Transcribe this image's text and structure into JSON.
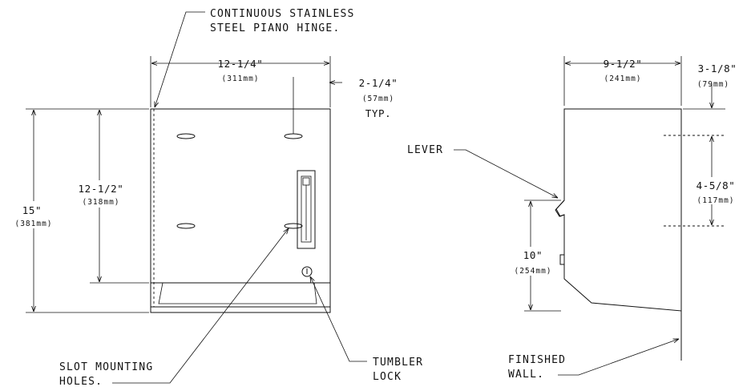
{
  "colors": {
    "line": "#111111",
    "background": "#ffffff"
  },
  "front_view": {
    "hinge_label": [
      "CONTINUOUS STAINLESS",
      "STEEL PIANO HINGE."
    ],
    "width": {
      "imperial": "12-1/4\"",
      "metric": "(311mm)"
    },
    "offset": {
      "imperial": "2-1/4\"",
      "metric": "(57mm)",
      "note": "TYP."
    },
    "inner_height": {
      "imperial": "12-1/2\"",
      "metric": "(318mm)"
    },
    "overall_height": {
      "imperial": "15\"",
      "metric": "(381mm)"
    },
    "slot_label": [
      "SLOT MOUNTING",
      "HOLES."
    ],
    "lock_label": [
      "TUMBLER",
      "LOCK"
    ]
  },
  "side_view": {
    "depth": {
      "imperial": "9-1/2\"",
      "metric": "(241mm)"
    },
    "top_offset": {
      "imperial": "3-1/8\"",
      "metric": "(79mm)"
    },
    "slot_spacing": {
      "imperial": "4-5/8\"",
      "metric": "(117mm)"
    },
    "lever_height": {
      "imperial": "10\"",
      "metric": "(254mm)"
    },
    "lever_label": "LEVER",
    "wall_label": [
      "FINISHED",
      "WALL."
    ]
  }
}
